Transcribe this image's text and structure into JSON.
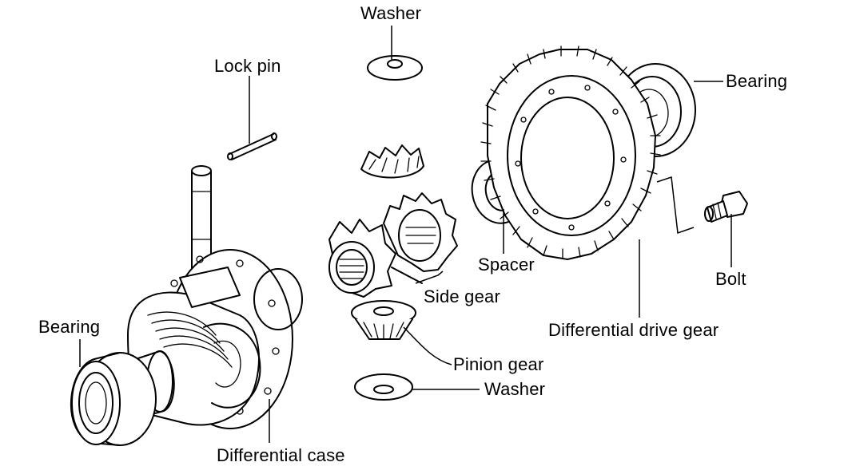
{
  "labels": {
    "washer_top": "Washer",
    "lock_pin": "Lock pin",
    "bearing_right": "Bearing",
    "bolt": "Bolt",
    "spacer": "Spacer",
    "side_gear": "Side gear",
    "differential_drive_gear": "Differential drive gear",
    "bearing_left": "Bearing",
    "pinion_gear": "Pinion gear",
    "washer_bottom": "Washer",
    "differential_case": "Differential case"
  },
  "colors": {
    "ink": "#000000",
    "paper": "#ffffff"
  }
}
